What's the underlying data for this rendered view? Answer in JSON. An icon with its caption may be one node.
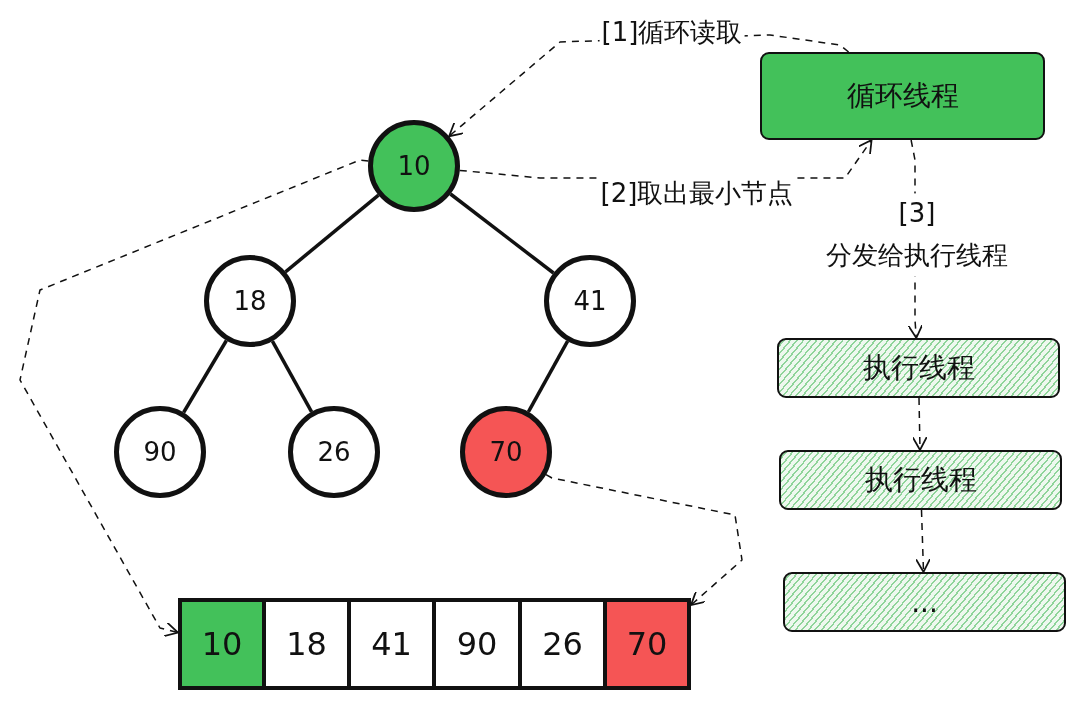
{
  "diagram": {
    "nodes": [
      {
        "text": [
          "循环线程"
        ]
      },
      {
        "text": [
          "10"
        ]
      },
      {
        "text": [
          "18"
        ]
      },
      {
        "text": [
          "41"
        ]
      },
      {
        "text": [
          "90"
        ]
      },
      {
        "text": [
          "26"
        ]
      },
      {
        "text": [
          "70"
        ]
      },
      {
        "text": [
          "10"
        ]
      },
      {
        "text": [
          "18"
        ]
      },
      {
        "text": [
          "41"
        ]
      },
      {
        "text": [
          "90"
        ]
      },
      {
        "text": [
          "26"
        ]
      },
      {
        "text": [
          "70"
        ]
      },
      {
        "text": [
          "执行线程"
        ]
      },
      {
        "text": [
          "执行线程"
        ]
      },
      {
        "text": [
          "..."
        ]
      }
    ],
    "edges": [
      {
        "from": 0,
        "to": 1,
        "arrow": "to",
        "label": "[1]循环读取",
        "style": "dashed"
      },
      {
        "from": 1,
        "to": 0,
        "arrow": "to",
        "label": "[2]取出最小节点",
        "style": "dashed"
      },
      {
        "from": 0,
        "to": 13,
        "arrow": "to",
        "label": "[3] 分发给执行线程",
        "style": "dashed"
      },
      {
        "from": 13,
        "to": 14,
        "arrow": "to",
        "style": "dashed"
      },
      {
        "from": 14,
        "to": 15,
        "arrow": "to",
        "style": "dashed"
      },
      {
        "from": 1,
        "to": 2,
        "arrow": "none",
        "style": "thick"
      },
      {
        "from": 1,
        "to": 3,
        "arrow": "none",
        "style": "thick"
      },
      {
        "from": 2,
        "to": 4,
        "arrow": "none",
        "style": "thick"
      },
      {
        "from": 2,
        "to": 5,
        "arrow": "none",
        "style": "thick"
      },
      {
        "from": 3,
        "to": 6,
        "arrow": "none",
        "style": "thick"
      },
      {
        "from": 1,
        "to": 7,
        "arrow": "to",
        "style": "dashed"
      },
      {
        "from": 6,
        "to": 12,
        "arrow": "to",
        "style": "dashed"
      }
    ]
  }
}
